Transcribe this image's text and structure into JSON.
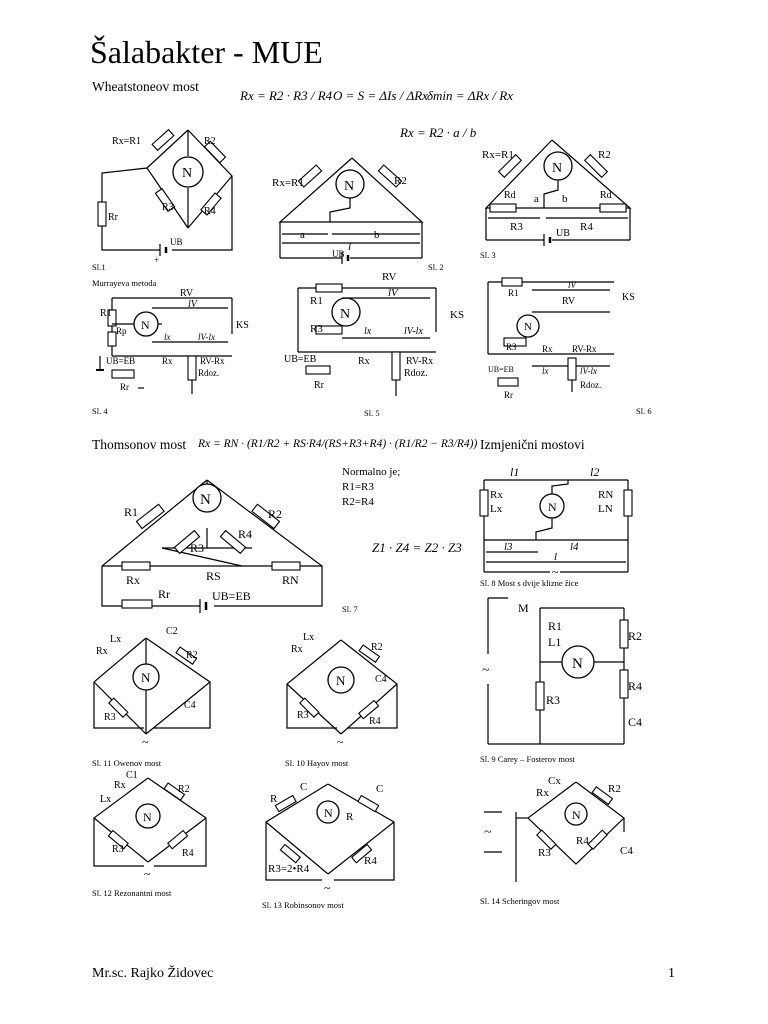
{
  "title": "Šalabakter - MUE",
  "sections": {
    "wheatstone": "Wheatstoneov most",
    "murray": "Murrayeva metoda",
    "thomson": "Thomsonov most",
    "ac_bridges": "Izmjenični mostovi"
  },
  "formulas": {
    "f1": "Rx = R2 · R3 / R4",
    "f2": "O = S = ΔIs / ΔRx",
    "f3": "δmin = ΔRx / Rx",
    "f4": "Rx = R2 · a / b",
    "f5": "Rx = RN · (R1/R2 + RS·R4/(RS+R3+R4) · (R1/R2 − R3/R4))",
    "f6": "Z1 · Z4 = Z2 · Z3"
  },
  "note": {
    "l1": "Normalno je;",
    "l2": "R1=R3",
    "l3": "R2=R4"
  },
  "captions": {
    "c1": "Sl.1",
    "c2": "Sl. 2",
    "c3": "Sl. 3",
    "c4": "Sl. 4",
    "c5": "Sl. 5",
    "c6": "Sl. 6",
    "c7": "Sl. 7",
    "c8": "Sl. 8 Most s dvije klizne žice",
    "c9": "Sl. 9 Carey – Fosterov most",
    "c10": "Sl. 10 Hayov most",
    "c11": "Sl. 11 Owenov most",
    "c12": "Sl. 12 Rezonantni most",
    "c13": "Sl. 13 Robinsonov most",
    "c14": "Sl. 14 Scheringov most"
  },
  "labels": {
    "N": "N",
    "Rx_R1": "Rx=R1",
    "Rx": "Rx",
    "R1": "R1",
    "R2": "R2",
    "R3": "R3",
    "R4": "R4",
    "Rr": "Rr",
    "UB": "UB",
    "a": "a",
    "b": "b",
    "l": "l",
    "Rd": "Rd",
    "Rp": "Rp",
    "RV": "RV",
    "lV": "lV",
    "lx": "lx",
    "lV_lx": "lV-lx",
    "RV_Rx": "RV-Rx",
    "UB_EB": "UB=EB",
    "Rdoz": "Rdoz.",
    "KS": "KS",
    "RS": "RS",
    "RN": "RN",
    "l1": "l1",
    "l2": "l2",
    "l3": "l3",
    "l4": "l4",
    "Lx": "Lx",
    "LN": "LN",
    "L1": "L1",
    "M": "M",
    "C": "C",
    "C1": "C1",
    "C2": "C2",
    "C4": "C4",
    "Cx": "Cx",
    "R": "R",
    "R3_2R4": "R3=2•R4",
    "ac": "~",
    "plus": "+",
    "minus": "−"
  },
  "footer": {
    "author": "Mr.sc. Rajko Židovec",
    "page": "1"
  }
}
